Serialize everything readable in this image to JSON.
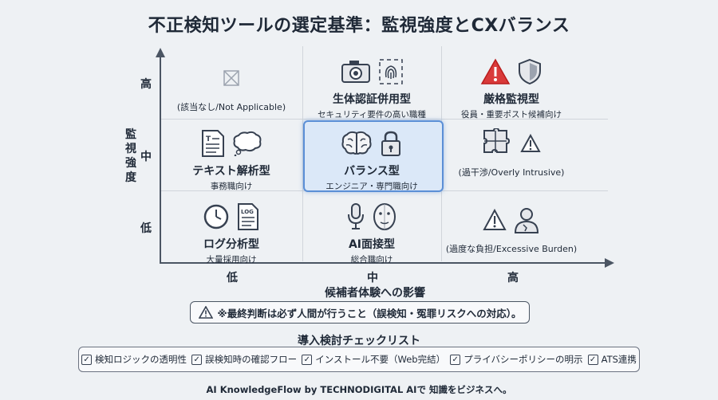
{
  "title": "不正検知ツールの選定基準：監視強度とCXバランス",
  "axes": {
    "y_label": "監視強度",
    "y_ticks": [
      "高",
      "中",
      "低"
    ],
    "x_label": "候補者体験への影響",
    "x_ticks": [
      "低",
      "中",
      "高"
    ]
  },
  "cells": {
    "high_low": {
      "note": "(該当なし/Not Applicable)",
      "icon": "not-applicable-icon"
    },
    "high_mid": {
      "title": "生体認証併用型",
      "sub": "セキュリティ要件の高い職種",
      "icons": [
        "camera-icon",
        "fingerprint-icon"
      ]
    },
    "high_high": {
      "title": "厳格監視型",
      "sub": "役員・重要ポスト候補向け",
      "icons": [
        "warning-icon",
        "shield-icon"
      ]
    },
    "mid_low": {
      "title": "テキスト解析型",
      "sub": "事務職向け",
      "icons": [
        "document-icon",
        "speech-bubble-icon"
      ]
    },
    "mid_mid": {
      "title": "バランス型",
      "sub": "エンジニア・専門職向け",
      "icons": [
        "brain-icon",
        "lock-icon"
      ]
    },
    "mid_high": {
      "note": "(過干渉/Overly Intrusive)",
      "icons": [
        "puzzle-icon",
        "warning-icon"
      ]
    },
    "low_low": {
      "title": "ログ分析型",
      "sub": "大量採用向け",
      "icons": [
        "clock-icon",
        "log-file-icon"
      ],
      "log_text": "LOG"
    },
    "low_mid": {
      "title": "AI面接型",
      "sub": "総合職向け",
      "icons": [
        "microphone-icon",
        "face-icon"
      ]
    },
    "low_high": {
      "note": "(過度な負担/Excessive Burden)",
      "icons": [
        "warning-icon",
        "person-icon"
      ]
    }
  },
  "notice": "※最終判断は必ず人間が行うこと（誤検知・冤罪リスクへの対応）。",
  "checklist": {
    "title": "導入検討チェックリスト",
    "items": [
      "検知ロジックの透明性",
      "誤検知時の確認フロー",
      "インストール不要（Web完結）",
      "プライバシーポリシーの明示",
      "ATS連携"
    ]
  },
  "footer": "AI KnowledgeFlow by TECHNODIGITAL AIで 知識をビジネスへ。",
  "colors": {
    "accent": "#5b8fd6",
    "warning": "#d93a3a",
    "axis": "#4b5563"
  }
}
